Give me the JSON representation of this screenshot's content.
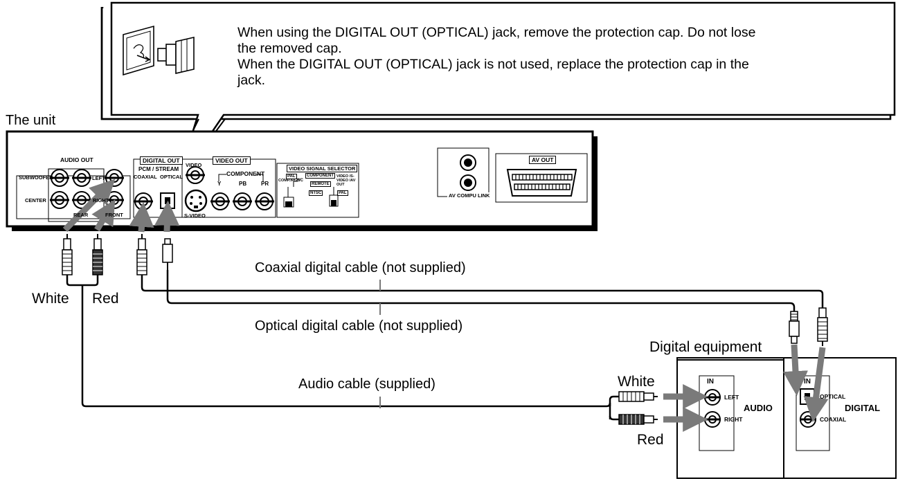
{
  "callout": {
    "lines": [
      "When using the DIGITAL OUT (OPTICAL) jack, remove the protection cap. Do not lose",
      "the removed cap.",
      "When the DIGITAL OUT (OPTICAL) jack is not used, replace the protection cap in the",
      "jack."
    ]
  },
  "unit": {
    "title": "The unit",
    "panel": {
      "audio_out": "AUDIO OUT",
      "subwoofer": "SUBWOOFER",
      "center": "CENTER",
      "left": "LEFT",
      "right": "RIGHT",
      "rear": "REAR",
      "front": "FRONT",
      "digital_out": "DIGITAL OUT",
      "pcm_stream": "PCM / STREAM",
      "coaxial": "COAXIAL",
      "optical": "OPTICAL",
      "video": "VIDEO",
      "video_out": "VIDEO OUT",
      "component": "COMPONENT",
      "y": "Y",
      "pb": "PB",
      "pr": "PR",
      "s_video": "S-VIDEO",
      "vss_title": "VIDEO SIGNAL SELECTOR",
      "vss_comp_rgb": "COMP./RGB",
      "vss_pal": "PAL",
      "vss_yc": "Y/C",
      "vss_component": "COMPONENT",
      "vss_remote": "REMOTE",
      "vss_video_svideo_avout": "VIDEO /S-VIDEO /AV OUT",
      "vss_ntsc": "NTSC",
      "vss_pal2": "PAL",
      "av_compu_link": "AV COMPU LINK",
      "av_out": "AV OUT"
    }
  },
  "labels": {
    "white_left": "White",
    "red_left": "Red",
    "coaxial_cable": "Coaxial digital cable (not supplied)",
    "optical_cable": "Optical digital cable (not supplied)",
    "audio_cable": "Audio cable (supplied)",
    "digital_equipment": "Digital equipment",
    "white_right": "White",
    "red_right": "Red"
  },
  "equipment": {
    "in_audio": "IN",
    "left": "LEFT",
    "right": "RIGHT",
    "audio": "AUDIO",
    "in_digital": "IN",
    "optical": "OPTICAL",
    "coaxial": "COAXIAL",
    "digital": "DIGITAL"
  }
}
